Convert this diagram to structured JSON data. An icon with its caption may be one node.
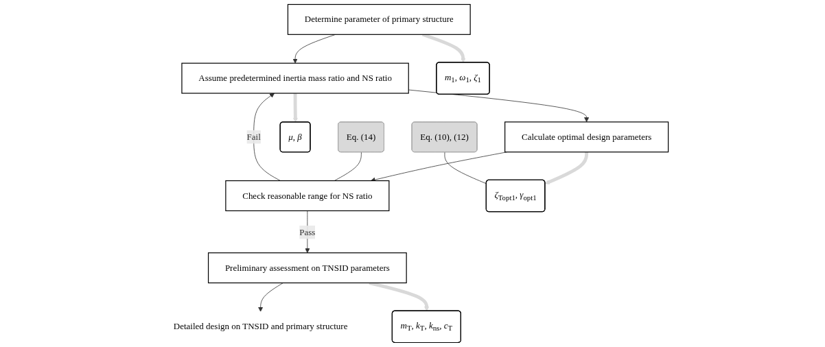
{
  "diagram": {
    "nodes": [
      {
        "text": [
          "Determine parameter of primary structure"
        ]
      },
      {
        "text": [
          "Assume predetermined inertia mass ratio and NS ratio"
        ]
      },
      {
        "text": [
          "Calculate optimal design parameters"
        ]
      },
      {
        "text": [
          "Check reasonable range for NS ratio"
        ]
      },
      {
        "text": [
          "Preliminary assessment on TNSID parameters"
        ]
      },
      {
        "text": [
          "Detailed design on TNSID and primary structure"
        ]
      },
      {
        "text": [
          "*m*$_{1}$, *ω*$_{1}$, *ζ*$_{1}$"
        ]
      },
      {
        "text": [
          "*μ*, *β*"
        ]
      },
      {
        "text": [
          "*ζ*$_{Topt1}$, *γ*$_{opt1}$"
        ]
      },
      {
        "text": [
          "*m*$_{T}$, *k*$_{T}$, *k*$_{ns}$, *c*$_{T}$"
        ]
      },
      {
        "text": [
          "Eq. (10), (12)"
        ]
      },
      {
        "text": [
          "Eq. (14)"
        ]
      }
    ],
    "edges": [
      {
        "from": 0,
        "to": 1,
        "arrow": "to"
      },
      {
        "from": 1,
        "to": 2,
        "arrow": "to"
      },
      {
        "from": 2,
        "to": 3,
        "arrow": "to"
      },
      {
        "from": 3,
        "to": 1,
        "arrow": "to",
        "label": "Fail"
      },
      {
        "from": 3,
        "to": 4,
        "arrow": "to",
        "label": "Pass"
      },
      {
        "from": 4,
        "to": 5,
        "arrow": "to"
      },
      {
        "from": 0,
        "to": 6,
        "arrow": "to",
        "style": "thick",
        "color": "#d9d9d9"
      },
      {
        "from": 1,
        "to": 7,
        "arrow": "to",
        "style": "thick",
        "color": "#d9d9d9"
      },
      {
        "from": 2,
        "to": 8,
        "arrow": "to",
        "style": "thick",
        "color": "#d9d9d9"
      },
      {
        "from": 4,
        "to": 9,
        "arrow": "to",
        "style": "thick",
        "color": "#d9d9d9"
      },
      {
        "from": 10,
        "to": 8,
        "arrow": "none"
      },
      {
        "from": 11,
        "to": 3,
        "arrow": "none"
      }
    ]
  }
}
